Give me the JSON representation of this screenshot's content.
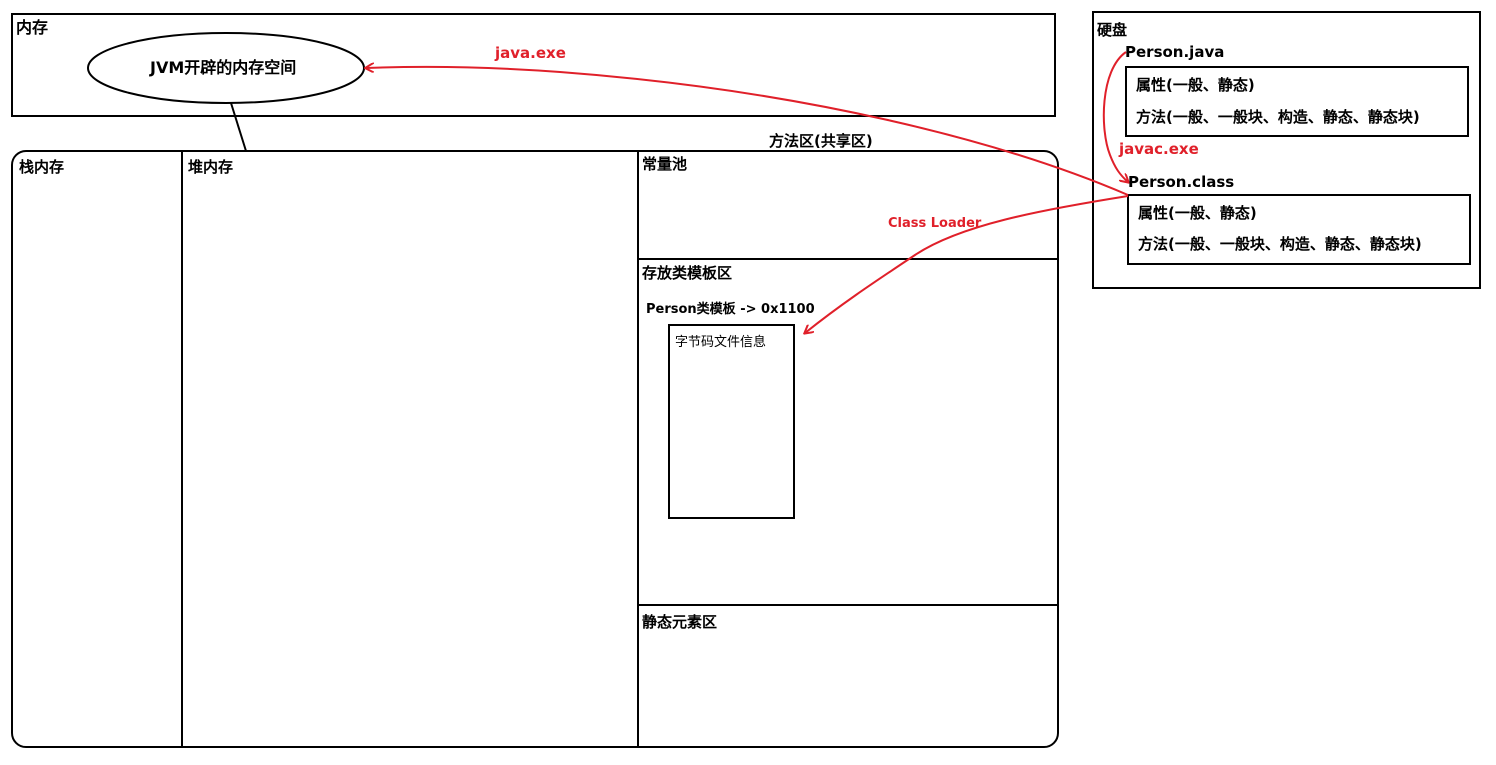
{
  "memory": {
    "title": "内存",
    "jvm_space": "JVM开辟的内存空间"
  },
  "runtime": {
    "stack": "栈内存",
    "heap": "堆内存",
    "method_area": {
      "title": "方法区(共享区)",
      "constant_pool": "常量池",
      "class_template_area": "存放类模板区",
      "person_template": "Person类模板 -> 0x1100",
      "bytecode_info": "字节码文件信息",
      "static_area": "静态元素区"
    }
  },
  "disk": {
    "title": "硬盘",
    "source_file": {
      "name": "Person.java",
      "attributes": "属性(一般、静态)",
      "methods": "方法(一般、一般块、构造、静态、静态块)"
    },
    "class_file": {
      "name": "Person.class",
      "attributes": "属性(一般、静态)",
      "methods": "方法(一般、一般块、构造、静态、静态块)"
    }
  },
  "arrows": {
    "java_exe": "java.exe",
    "javac_exe": "javac.exe",
    "class_loader": "Class Loader"
  },
  "colors": {
    "arrow": "#e0202a",
    "line": "#000000"
  }
}
